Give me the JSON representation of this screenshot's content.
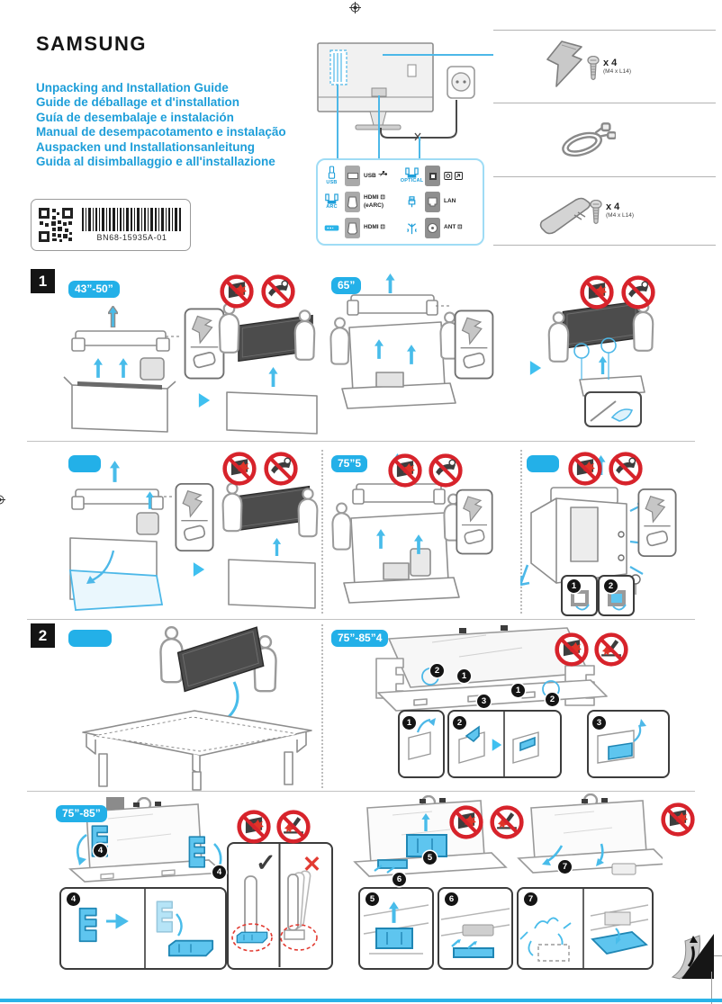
{
  "page": {
    "brand": "SAMSUNG",
    "part_number": "BN68-15935A-01"
  },
  "colors": {
    "title_blue": "#1d9ed9",
    "badge_blue": "#23b0e8",
    "prohibition_red": "#d7232b",
    "foam_blue": "#5ec5ef"
  },
  "titles": [
    "Unpacking and Installation Guide",
    "Guide de déballage et d'installation",
    "Guía de desembalaje e instalación",
    "Manual de desempacotamento e instalação",
    "Auspacken und Installationsanleitung",
    "Guida al disimballaggio e all'installazione"
  ],
  "ports": {
    "usb_icon_label": "USB",
    "usb_label": "USB",
    "optical_icon_label": "OPTICAL",
    "arc_icon_label": "ARC",
    "hdmi_earc_label_1": "HDMI ⊡",
    "hdmi_earc_label_2": "(eARC)",
    "hdmi_label": "HDMI ⊡",
    "lan_label": "LAN",
    "ant_label": "ANT ⊡"
  },
  "accessories": {
    "screw_qty": "x 4",
    "screw_spec": "(M4 x L14)"
  },
  "steps": {
    "one": "1",
    "two": "2"
  },
  "badges": {
    "s1_row1_a": "43”-50”",
    "s1_row1_b": "65”",
    "s1_row2_a": "",
    "s1_row2_b": "75”5",
    "s1_row2_c": "",
    "s2_row1_a": "",
    "s2_row1_b": "75”-85”4",
    "s2_row2_a": "75”-85”"
  },
  "markers": {
    "m1": "1",
    "m2": "2",
    "m3": "3",
    "m4": "4",
    "m5": "5",
    "m6": "6",
    "m7": "7"
  },
  "compare": {
    "check": "✓",
    "cross": "✕"
  }
}
